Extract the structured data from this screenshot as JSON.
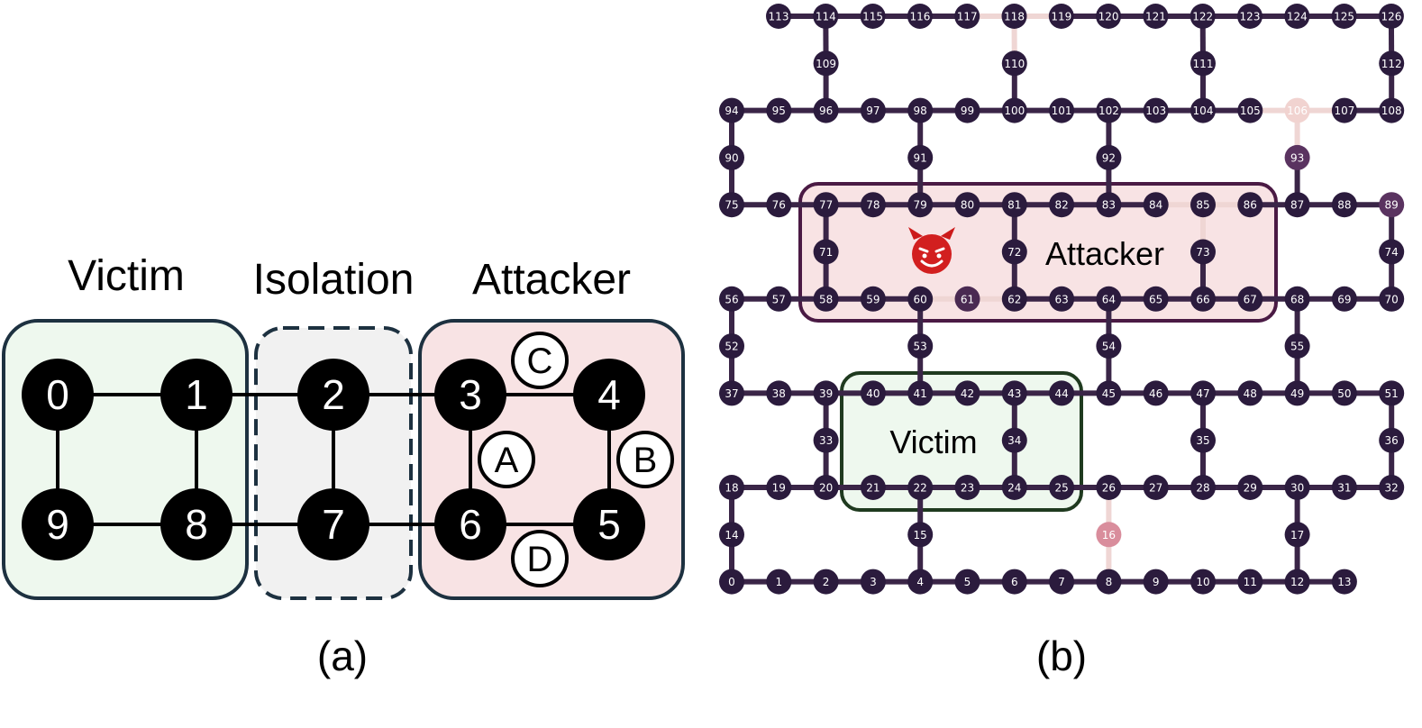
{
  "panel_a": {
    "caption": "(a)",
    "labels": {
      "victim": "Victim",
      "isolation": "Isolation",
      "attacker": "Attacker"
    },
    "nodes": [
      {
        "id": "0",
        "col": 0,
        "row": 0
      },
      {
        "id": "1",
        "col": 1,
        "row": 0
      },
      {
        "id": "2",
        "col": 2,
        "row": 0
      },
      {
        "id": "3",
        "col": 3,
        "row": 0
      },
      {
        "id": "4",
        "col": 4,
        "row": 0
      },
      {
        "id": "9",
        "col": 0,
        "row": 1
      },
      {
        "id": "8",
        "col": 1,
        "row": 1
      },
      {
        "id": "7",
        "col": 2,
        "row": 1
      },
      {
        "id": "6",
        "col": 3,
        "row": 1
      },
      {
        "id": "5",
        "col": 4,
        "row": 1
      }
    ],
    "edges": [
      [
        "0",
        "1"
      ],
      [
        "1",
        "2"
      ],
      [
        "2",
        "3"
      ],
      [
        "3",
        "4"
      ],
      [
        "9",
        "8"
      ],
      [
        "8",
        "7"
      ],
      [
        "7",
        "6"
      ],
      [
        "6",
        "5"
      ],
      [
        "0",
        "9"
      ],
      [
        "1",
        "8"
      ],
      [
        "2",
        "7"
      ],
      [
        "3",
        "6"
      ],
      [
        "4",
        "5"
      ]
    ],
    "edge_labels": [
      {
        "text": "A",
        "between": [
          "3",
          "6"
        ]
      },
      {
        "text": "B",
        "between": [
          "4",
          "5"
        ]
      },
      {
        "text": "C",
        "between": [
          "3",
          "4"
        ]
      },
      {
        "text": "D",
        "between": [
          "6",
          "5"
        ]
      }
    ]
  },
  "panel_b": {
    "caption": "(b)",
    "regions": {
      "attacker": "Attacker",
      "victim": "Victim"
    },
    "attacker_icon": "devil-face-icon",
    "colors": {
      "node": "#2b1b3d",
      "edge": "#3a2547",
      "attacker_fill": "#f8e3e4",
      "attacker_border": "#4a1a44",
      "victim_fill": "#eef8ee",
      "victim_border": "#1f3a1f"
    },
    "rows": [
      {
        "y": 0,
        "qubits": [
          113,
          114,
          115,
          116,
          117,
          118,
          119,
          120,
          121,
          122,
          123,
          124,
          125,
          126
        ],
        "start": 0
      },
      {
        "y": 1,
        "qubits": [
          109,
          110,
          111,
          112
        ],
        "cols": [
          2,
          6,
          10,
          14
        ]
      },
      {
        "y": 2,
        "qubits": [
          94,
          95,
          96,
          97,
          98,
          99,
          100,
          101,
          102,
          103,
          104,
          105,
          106,
          107,
          108
        ],
        "start": 0
      },
      {
        "y": 3,
        "qubits": [
          90,
          91,
          92,
          93
        ],
        "cols": [
          0,
          4,
          8,
          12
        ]
      },
      {
        "y": 4,
        "qubits": [
          75,
          76,
          77,
          78,
          79,
          80,
          81,
          82,
          83,
          84,
          85,
          86,
          87,
          88,
          89
        ],
        "start": 0
      },
      {
        "y": 5,
        "qubits": [
          71,
          72,
          73,
          74
        ],
        "cols": [
          2,
          6,
          10,
          14
        ]
      },
      {
        "y": 6,
        "qubits": [
          56,
          57,
          58,
          59,
          60,
          61,
          62,
          63,
          64,
          65,
          66,
          67,
          68,
          69,
          70
        ],
        "start": 0
      },
      {
        "y": 7,
        "qubits": [
          52,
          53,
          54,
          55
        ],
        "cols": [
          0,
          4,
          8,
          12
        ]
      },
      {
        "y": 8,
        "qubits": [
          37,
          38,
          39,
          40,
          41,
          42,
          43,
          44,
          45,
          46,
          47,
          48,
          49,
          50,
          51
        ],
        "start": 0
      },
      {
        "y": 9,
        "qubits": [
          33,
          34,
          35,
          36
        ],
        "cols": [
          2,
          6,
          10,
          14
        ]
      },
      {
        "y": 10,
        "qubits": [
          18,
          19,
          20,
          21,
          22,
          23,
          24,
          25,
          26,
          27,
          28,
          29,
          30,
          31,
          32
        ],
        "start": 0
      },
      {
        "y": 11,
        "qubits": [
          14,
          15,
          16,
          17
        ],
        "cols": [
          0,
          4,
          8,
          12
        ]
      },
      {
        "y": 12,
        "qubits": [
          0,
          1,
          2,
          3,
          4,
          5,
          6,
          7,
          8,
          9,
          10,
          11,
          12,
          13
        ],
        "start": 0
      }
    ],
    "highlight_nodes": {
      "106": "#f1d3d0",
      "16": "#d98d9c",
      "93": "#5a3360",
      "89": "#5a3360",
      "61": "#4a2a52"
    },
    "faded_edges": [
      [
        117,
        118
      ],
      [
        118,
        119
      ],
      [
        118,
        110
      ],
      [
        105,
        106
      ],
      [
        106,
        107
      ],
      [
        106,
        93
      ],
      [
        16,
        26
      ],
      [
        16,
        8
      ],
      [
        85,
        73
      ],
      [
        84,
        85
      ],
      [
        85,
        86
      ],
      [
        60,
        61
      ],
      [
        61,
        62
      ]
    ]
  }
}
